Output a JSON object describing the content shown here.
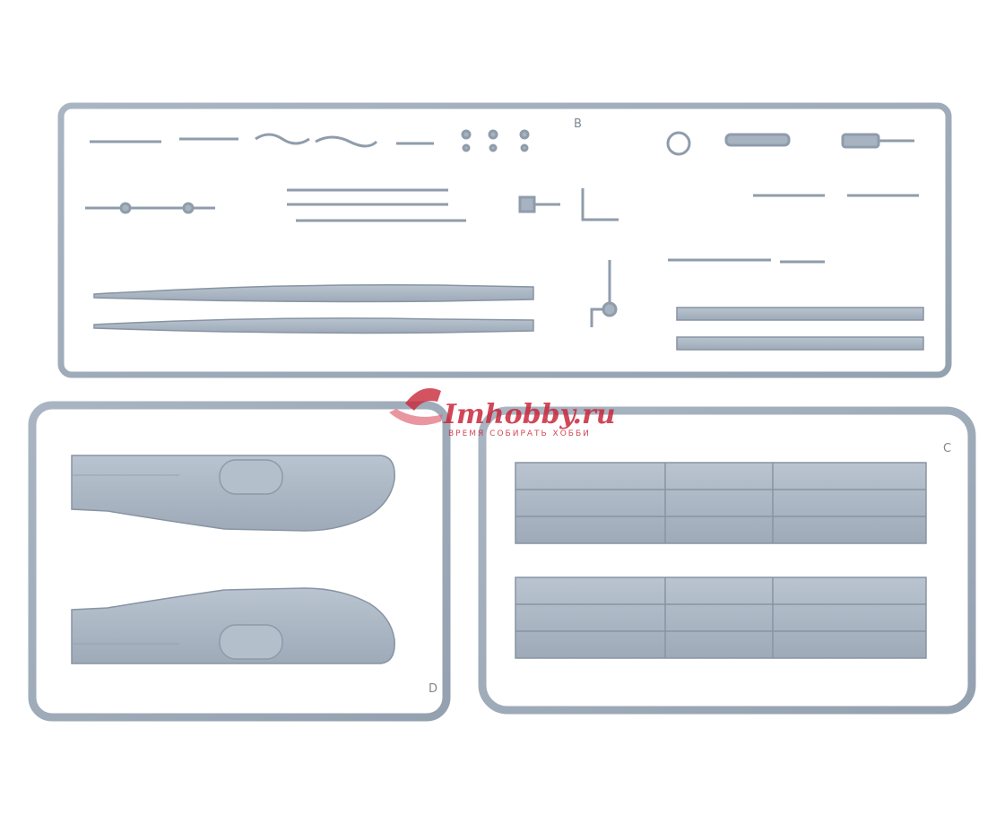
{
  "image": {
    "subject": "Plastic model kit sprues (grey-blue styrene)"
  },
  "watermark": {
    "title": "Imhobby.ru",
    "subtitle": "ВРЕМЯ СОБИРАТЬ ХОББИ",
    "color": "#c9283a"
  },
  "sprue_labels": {
    "top": "B",
    "bottom_left": "D",
    "bottom_right": "C"
  },
  "colors": {
    "plastic": "#a3afbc",
    "plastic_dark": "#8794a2",
    "plastic_light": "#b8c3cf",
    "background": "#ffffff"
  }
}
